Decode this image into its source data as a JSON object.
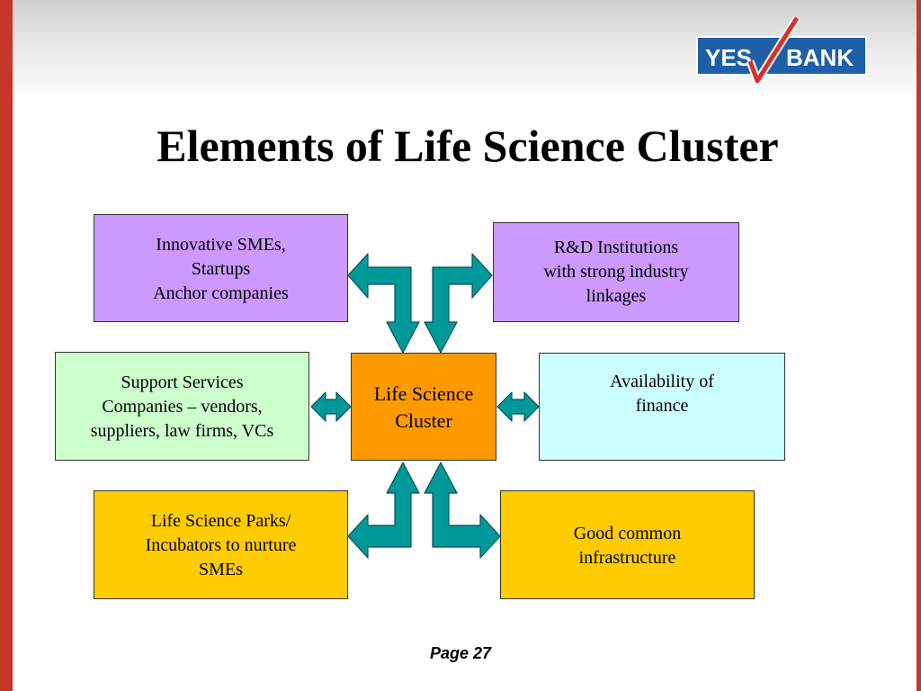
{
  "logo": {
    "left_text": "YES",
    "right_text": "BANK",
    "color": "#1f5fa8",
    "tick_color": "#d9302a"
  },
  "title": "Elements of Life Science Cluster",
  "center": {
    "lines": [
      "Life Science",
      "Cluster"
    ],
    "color": "#ff9900"
  },
  "nodes": [
    {
      "id": "sme",
      "lines": [
        "Innovative SMEs,",
        "Startups",
        "Anchor companies"
      ],
      "color": "#cc99ff"
    },
    {
      "id": "rnd",
      "lines": [
        "R&D Institutions",
        "with strong industry",
        "linkages"
      ],
      "color": "#cc99ff"
    },
    {
      "id": "support",
      "lines": [
        "Support Services",
        "Companies – vendors,",
        "suppliers, law firms, VCs"
      ],
      "color": "#ccffcc"
    },
    {
      "id": "finance",
      "lines": [
        "Availability of",
        "finance"
      ],
      "color": "#ccffff"
    },
    {
      "id": "parks",
      "lines": [
        "Life Science Parks/",
        "Incubators to nurture",
        "SMEs"
      ],
      "color": "#ffcc00"
    },
    {
      "id": "infra",
      "lines": [
        "Good common",
        "infrastructure"
      ],
      "color": "#ffcc00"
    }
  ],
  "arrow_color": "#009999",
  "accent_bar_color": "#c8352a",
  "page_label": "Page 27"
}
